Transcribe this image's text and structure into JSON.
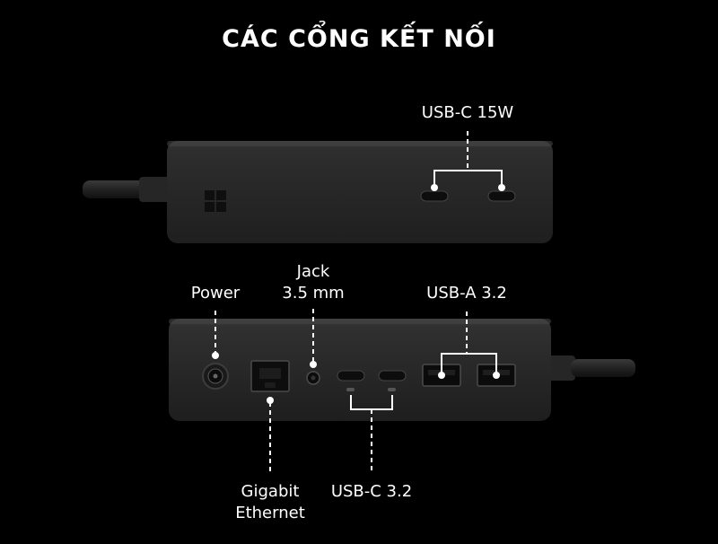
{
  "title": "CÁC CỔNG KẾT NỐI",
  "labels": {
    "usbc_15w": "USB-C 15W",
    "power": "Power",
    "jack_line1": "Jack",
    "jack_line2": "3.5 mm",
    "usba": "USB-A 3.2",
    "ethernet_line1": "Gigabit",
    "ethernet_line2": "Ethernet",
    "usbc_32": "USB-C 3.2"
  },
  "colors": {
    "background": "#000000",
    "device_body": "#2b2b2b",
    "port_dark": "#0d0d0d",
    "callout": "#ffffff"
  },
  "icons": {
    "logo": "windows-logo-icon",
    "power_port": "power-port-icon",
    "ethernet_port": "ethernet-port-icon",
    "audio_jack": "audio-jack-icon",
    "usbc_port": "usb-c-port-icon",
    "usba_port": "usb-a-port-icon"
  }
}
